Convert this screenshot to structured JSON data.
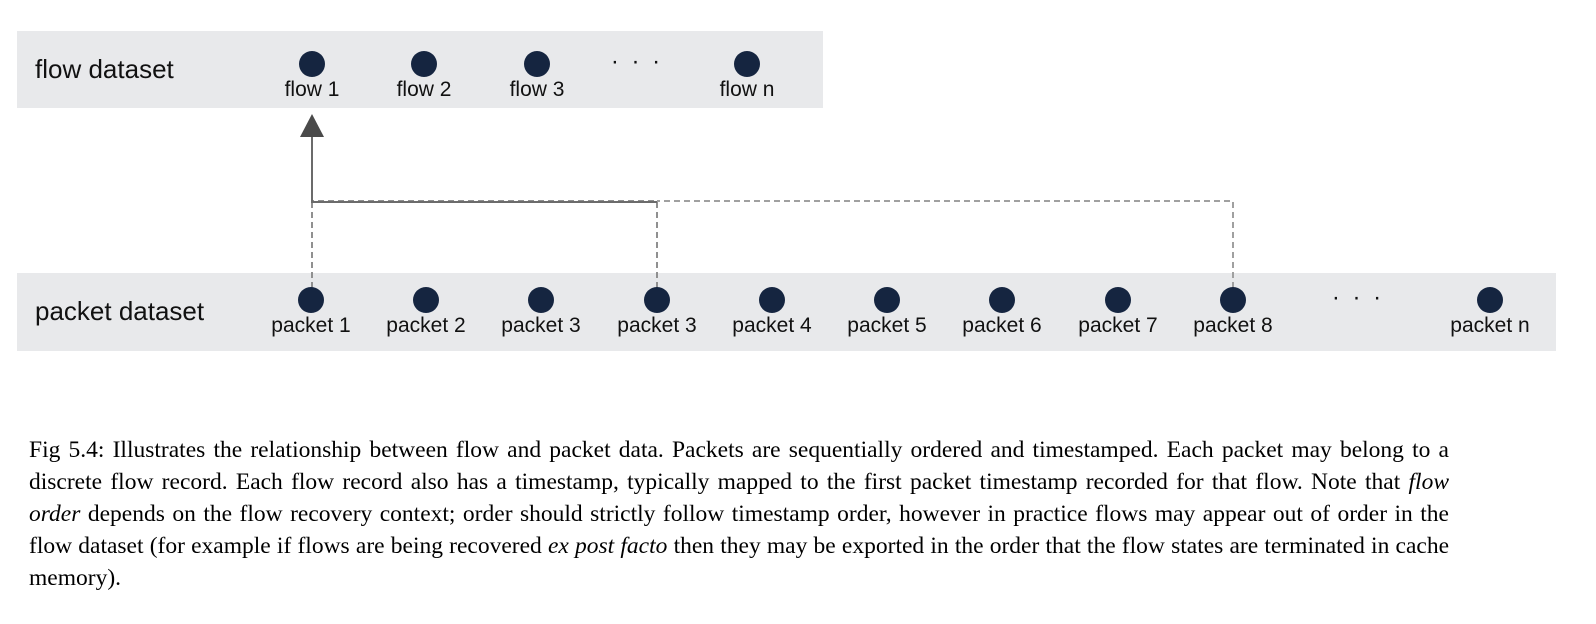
{
  "flow_dataset": {
    "label": "flow dataset",
    "items": [
      "flow 1",
      "flow 2",
      "flow 3",
      "flow n"
    ],
    "ellipsis": "· · ·"
  },
  "packet_dataset": {
    "label": "packet dataset",
    "items": [
      "packet 1",
      "packet 2",
      "packet 3",
      "packet 3",
      "packet 4",
      "packet 5",
      "packet 6",
      "packet 7",
      "packet 8",
      "packet n"
    ],
    "ellipsis": "· · ·"
  },
  "colors": {
    "band": "#e8e9eb",
    "node": "#152540",
    "arrow": "#4a4a4a",
    "dashed_line": "#a0a0a0",
    "solid_line": "#6b6b6b"
  },
  "caption": {
    "part1": "Fig 5.4: Illustrates the relationship between flow and packet data. Packets are sequentially ordered and timestamped. Each packet may belong to a discrete flow record. Each flow record also has a timestamp, typically mapped to the first packet timestamp recorded for that flow. Note that ",
    "italic1": "flow order",
    "part2": " depends on the flow recovery context; order should strictly follow timestamp order, however in practice flows may appear out of order in the flow dataset (for example if flows are being recovered ",
    "italic2": "ex post facto",
    "part3": " then they may be exported in the order that the flow states are terminated in cache memory)."
  }
}
